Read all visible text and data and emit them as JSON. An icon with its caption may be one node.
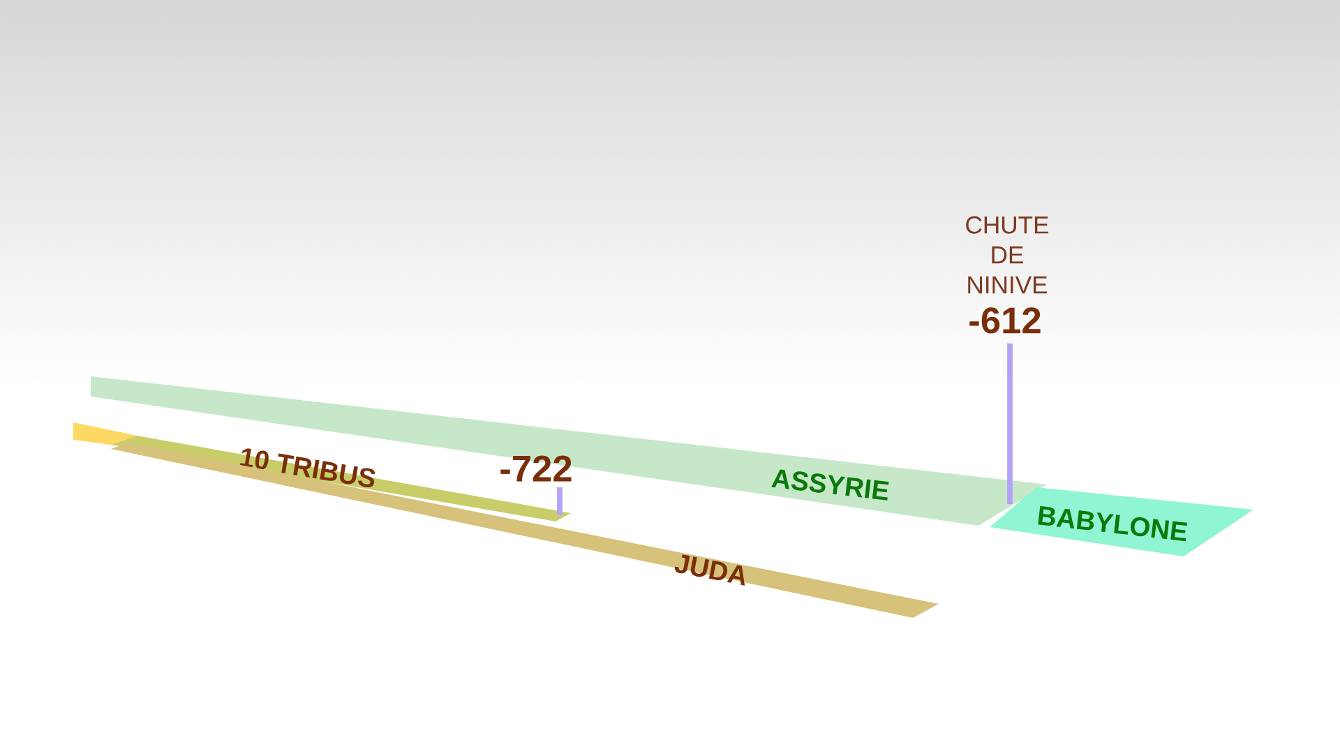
{
  "diagram": {
    "nodes": [
      {
        "text": [
          "ASSYRIE"
        ]
      },
      {
        "text": [
          "10 TRIBUS"
        ]
      },
      {
        "text": [
          "BABYLONE"
        ]
      },
      {
        "text": [
          "JUDA"
        ]
      }
    ],
    "labels": [
      "CHUTE DE NINIVE",
      "-612",
      "-722"
    ]
  }
}
